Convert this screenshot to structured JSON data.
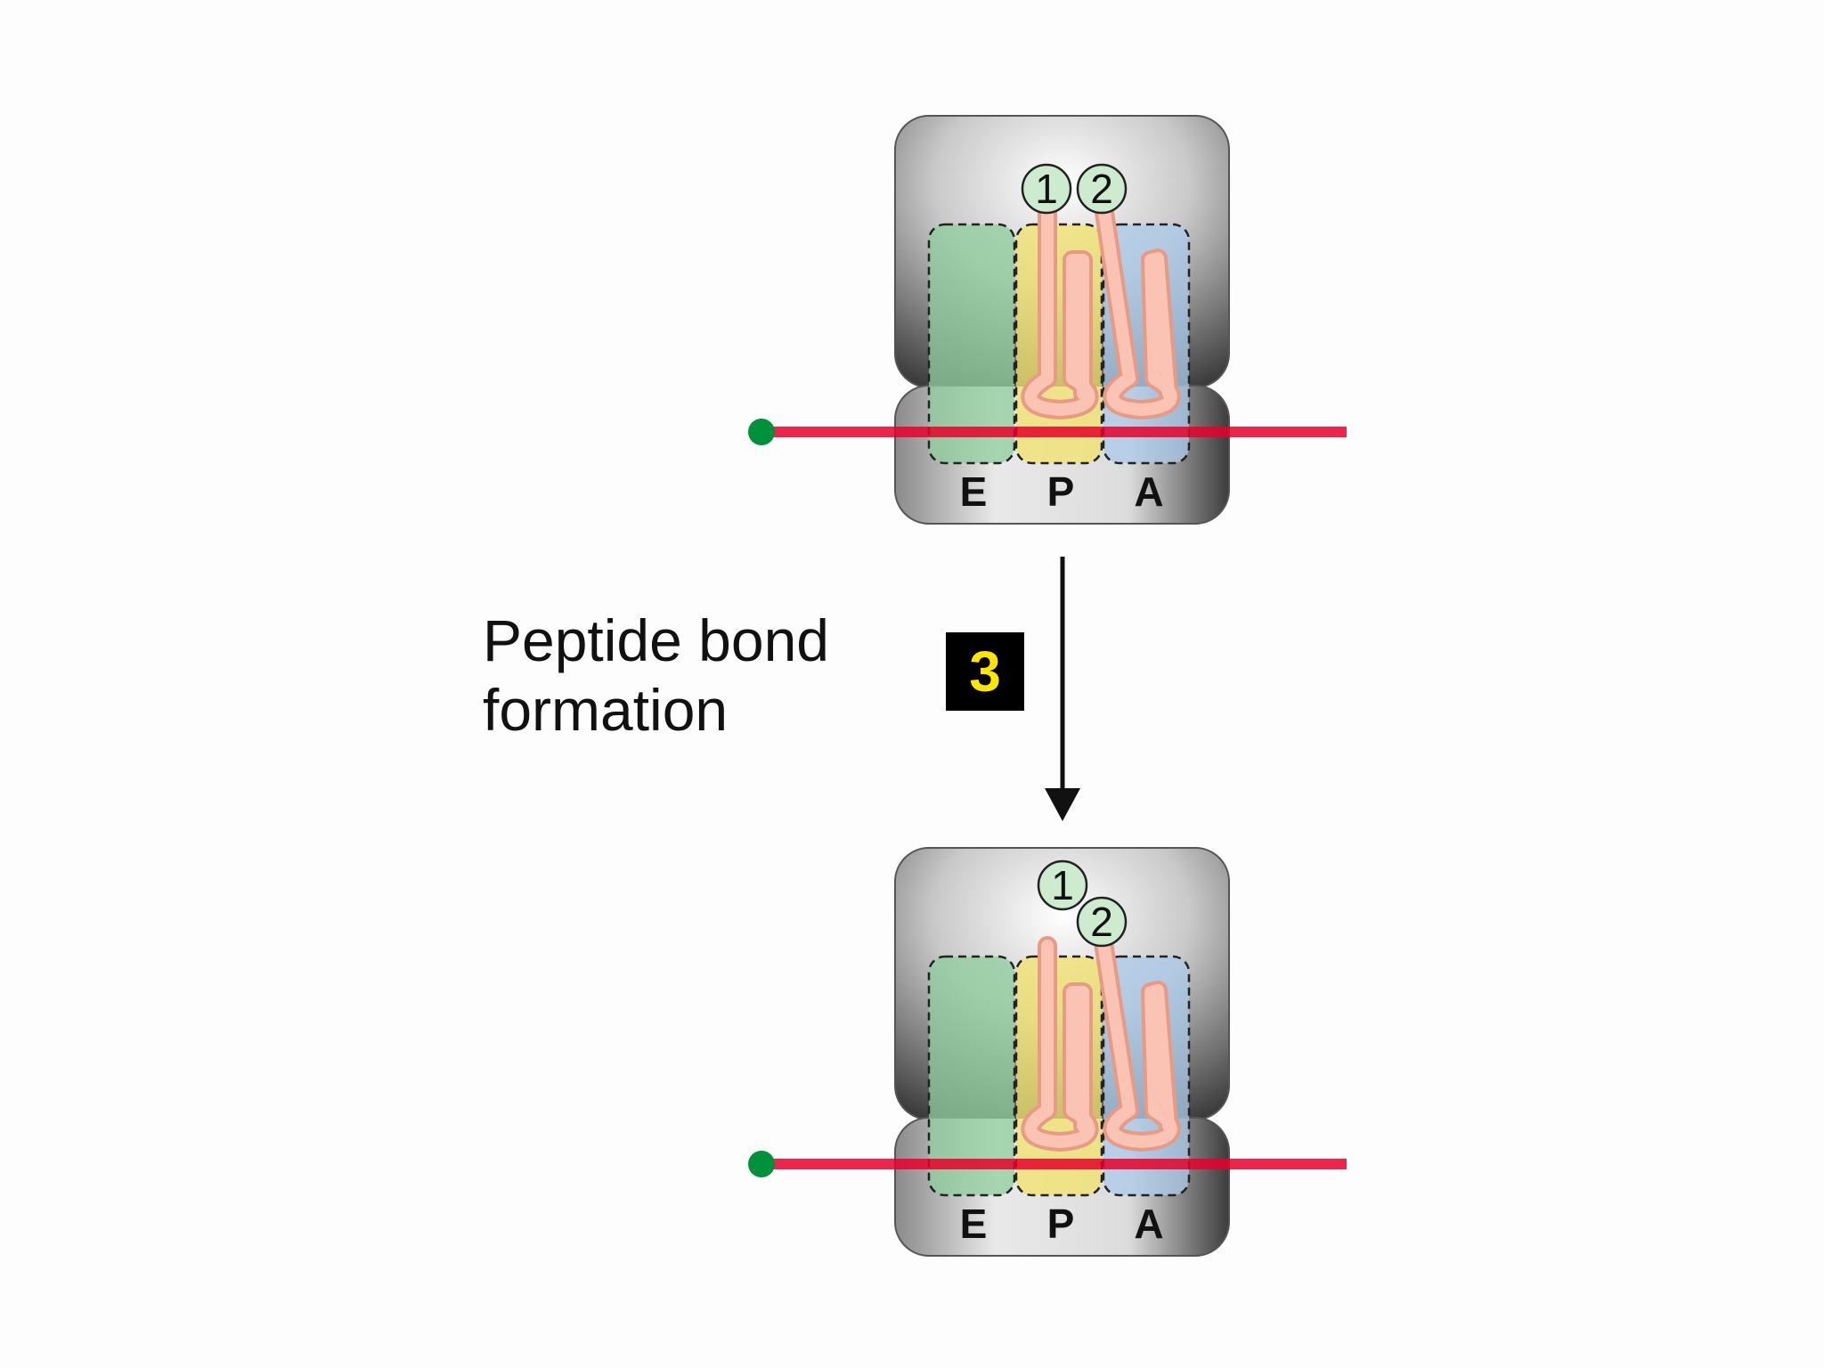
{
  "step": {
    "number": "3",
    "caption_lines": [
      "Peptide bond",
      "formation"
    ]
  },
  "ribosome_before": {
    "sites": [
      "E",
      "P",
      "A"
    ],
    "trna_labels": [
      "1",
      "2"
    ]
  },
  "ribosome_after": {
    "sites": [
      "E",
      "P",
      "A"
    ],
    "trna_labels": [
      "1",
      "2"
    ]
  },
  "colors": {
    "mrna": "#e8002a",
    "mrna_start": "#00913a",
    "trna": "#f4a58f",
    "site_e": "#8fcf9b",
    "site_p": "#f2e36b",
    "site_a": "#a9c9ea",
    "amino_acid": "#cdeccf",
    "step_badge_text": "#ffe600"
  }
}
